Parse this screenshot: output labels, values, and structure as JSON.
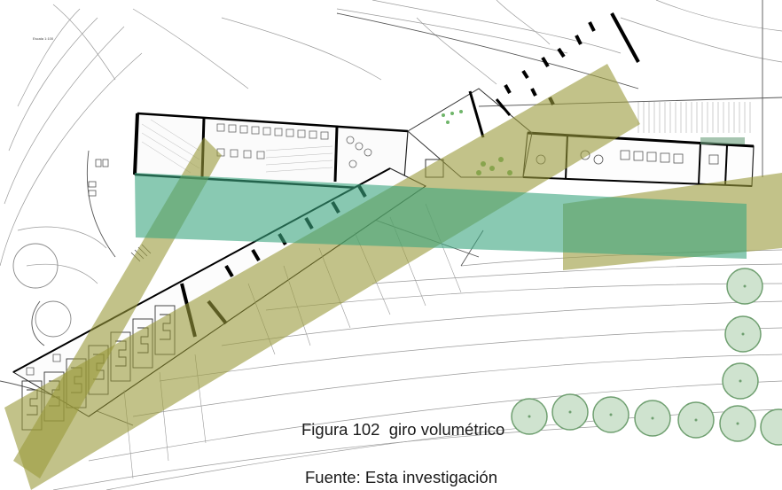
{
  "figure": {
    "caption": "Figura 102  giro volumétrico",
    "source": "Fuente: Esta investigación",
    "scale_note": "Escala 1:100"
  },
  "overlay_colors": {
    "olive": "#9a9a3a",
    "teal": "#3aa57f"
  },
  "icons": [
    "tree-symbol"
  ]
}
